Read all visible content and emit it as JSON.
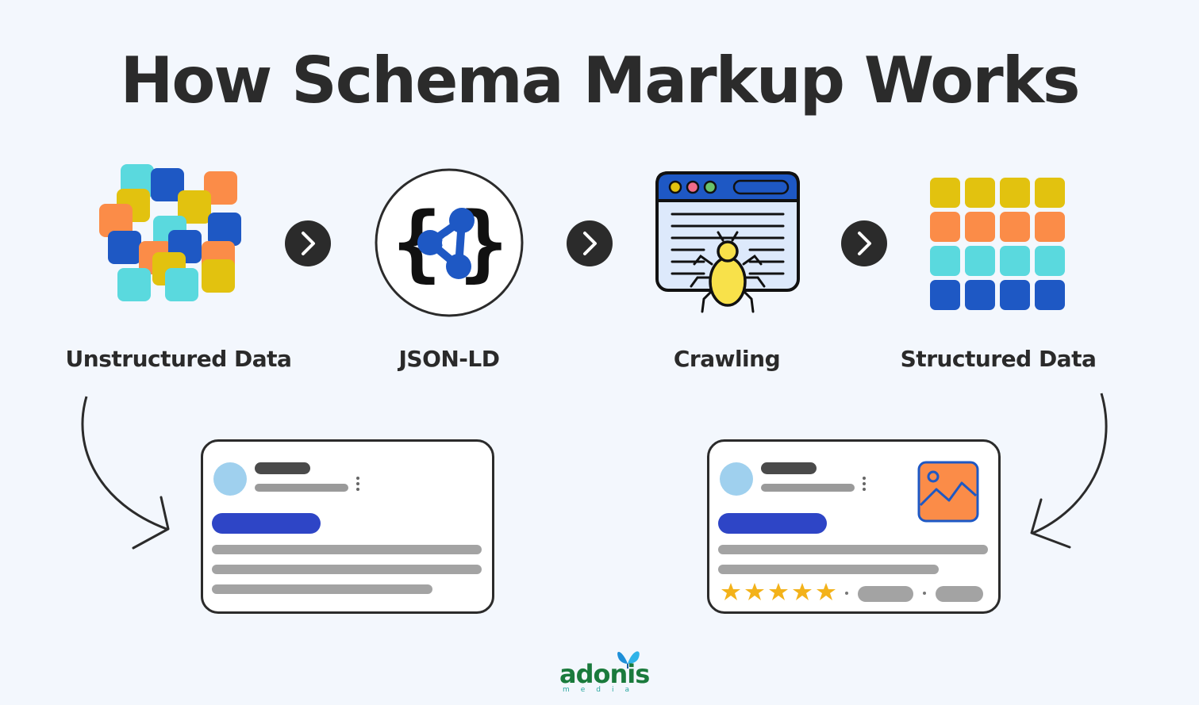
{
  "title": "How Schema Markup Works",
  "steps": [
    {
      "label": "Unstructured Data",
      "icon": "scattered-tiles-icon"
    },
    {
      "label": "JSON-LD",
      "icon": "json-ld-icon"
    },
    {
      "label": "Crawling",
      "icon": "crawler-bug-icon"
    },
    {
      "label": "Structured Data",
      "icon": "tile-grid-icon"
    }
  ],
  "colors": {
    "yellow": "#e2c20f",
    "orange": "#fb8c48",
    "cyan": "#5ad9de",
    "blue": "#1e58c4",
    "dark": "#2b2b2b",
    "result_bar": "#2e45c6",
    "star": "#f3b21a"
  },
  "results": [
    {
      "name": "basic-search-result",
      "rich": false
    },
    {
      "name": "rich-search-result",
      "rich": true,
      "stars": 5
    }
  ],
  "logo": {
    "name": "adonis",
    "sub": "media"
  }
}
